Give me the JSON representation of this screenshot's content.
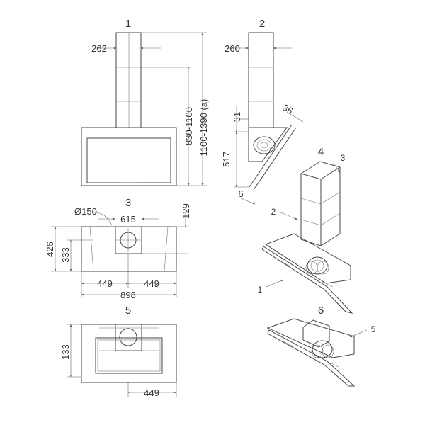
{
  "views": [
    {
      "number": "1"
    },
    {
      "number": "2"
    },
    {
      "number": "3"
    },
    {
      "number": "4"
    },
    {
      "number": "5"
    },
    {
      "number": "6"
    }
  ],
  "view1": {
    "width": "262",
    "height_range_1": "830-1100",
    "height_range_2": "1100-1390 (a)"
  },
  "view2": {
    "width": "260",
    "dim_31": "31",
    "dim_36": "36",
    "dim_517": "517",
    "dim_6": "6"
  },
  "view3": {
    "diameter": "Ø150",
    "dim_615": "615",
    "dim_129": "129",
    "dim_426": "426",
    "dim_333": "333",
    "dim_449_left": "449",
    "dim_449_right": "449",
    "dim_898": "898"
  },
  "view4": {
    "callout_1": "1",
    "callout_2": "2",
    "callout_3": "3"
  },
  "view5": {
    "dim_133": "133",
    "dim_449": "449"
  },
  "view6": {
    "callout_5": "5"
  }
}
